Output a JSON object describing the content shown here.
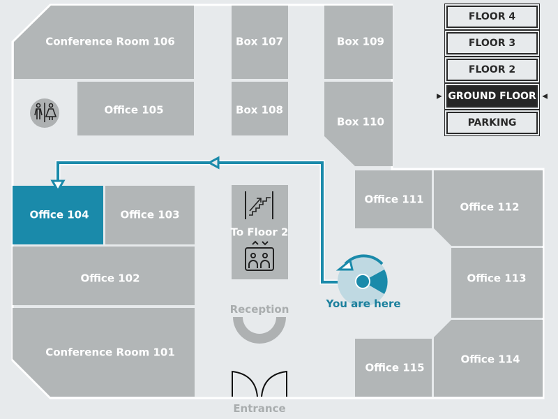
{
  "map": {
    "rooms": {
      "conf106": "Conference Room 106",
      "box107": "Box 107",
      "box108": "Box 108",
      "box109": "Box 109",
      "box110": "Box 110",
      "office105": "Office 105",
      "office104": "Office 104",
      "office103": "Office 103",
      "office102": "Office 102",
      "conf101": "Conference Room 101",
      "office111": "Office 111",
      "office112": "Office 112",
      "office113": "Office 113",
      "office114": "Office 114",
      "office115": "Office 115"
    },
    "destination": "Office 104",
    "stairs_label": "To Floor 2",
    "reception_label": "Reception",
    "entrance_label": "Entrance",
    "you_are_here_label": "You are here",
    "icons": {
      "restroom": "restroom-icon",
      "stairs": "stairs-up-icon",
      "elevator": "elevator-icon",
      "reception": "reception-desk-icon",
      "entrance": "double-door-icon",
      "location": "you-are-here-icon"
    },
    "colors": {
      "accent": "#1a8aaa",
      "room": "#b2b6b7",
      "background": "#e7eaec",
      "floor_active": "#262626"
    }
  },
  "floor_selector": {
    "floors": [
      {
        "label": "FLOOR 4",
        "active": false
      },
      {
        "label": "FLOOR 3",
        "active": false
      },
      {
        "label": "FLOOR 2",
        "active": false
      },
      {
        "label": "GROUND FLOOR",
        "active": true
      },
      {
        "label": "PARKING",
        "active": false
      }
    ]
  }
}
